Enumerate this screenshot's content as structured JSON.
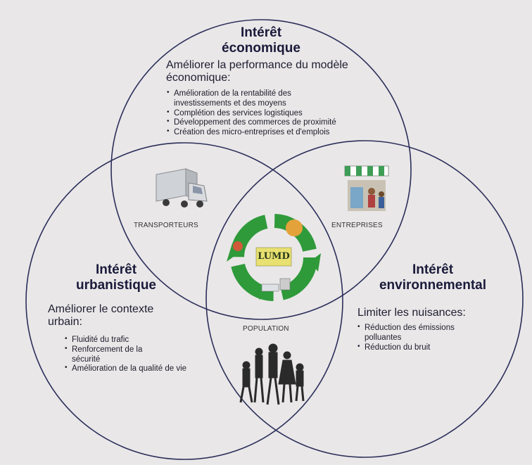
{
  "circles": {
    "economique": {
      "title_line1": "Intérêt",
      "title_line2": "économique",
      "intro_line1": "Améliorer la performance du modèle",
      "intro_line2": "économique:",
      "items": [
        "Amélioration de la rentabilité des investissements et des moyens",
        "Complétion des services logistiques",
        "Développement des commerces de proximité",
        "Création des micro-entreprises et d'emplois"
      ]
    },
    "urbanistique": {
      "title_line1": "Intérêt",
      "title_line2": "urbanistique",
      "intro_line1": "Améliorer le contexte",
      "intro_line2": "urbain:",
      "items": [
        "Fluidité du trafic",
        "Renforcement de la sécurité",
        "Amélioration de la qualité de vie"
      ]
    },
    "environnemental": {
      "title_line1": "Intérêt",
      "title_line2": "environnemental",
      "intro_line1": "Limiter les nuisances:",
      "items": [
        "Réduction des émissions polluantes",
        "Réduction du bruit"
      ]
    }
  },
  "labels": {
    "transporteurs": "TRANSPORTEURS",
    "entreprises": "ENTREPRISES",
    "population": "POPULATION"
  },
  "center": {
    "logo_text": "LUMD"
  },
  "colors": {
    "background": "#e9e7e8",
    "circle_stroke": "#2c2f5a",
    "cycle_green": "#2f9a3a",
    "logo_yellow": "#e8e070"
  },
  "icons": [
    "truck-icon",
    "shop-icon",
    "people-icon",
    "cycle-arrows-icon"
  ]
}
